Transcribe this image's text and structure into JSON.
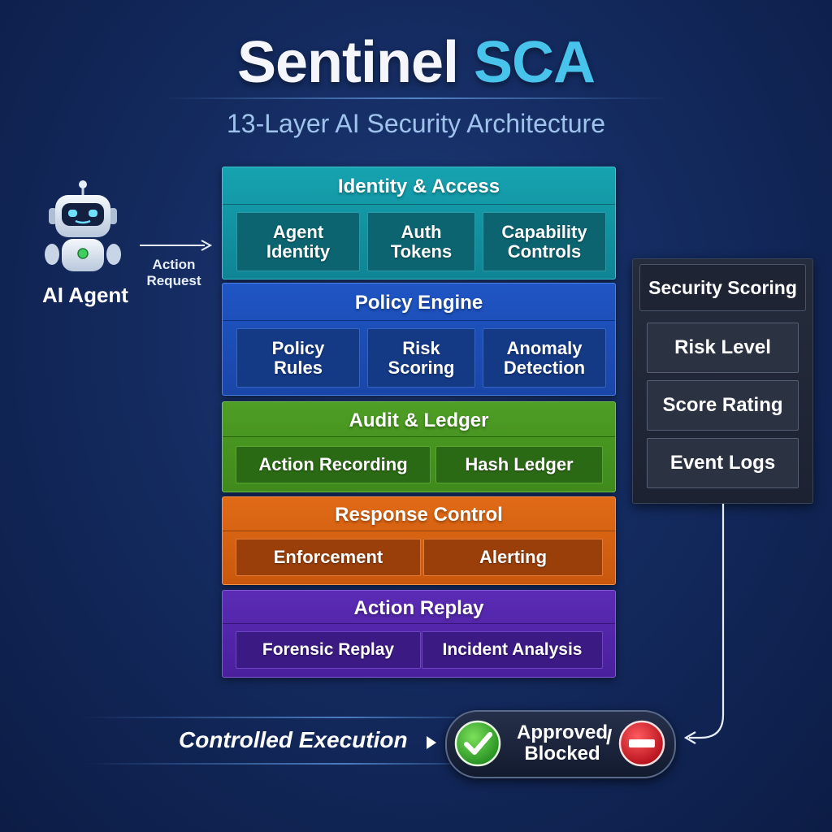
{
  "header": {
    "title_part1": "Sentinel",
    "title_part2": "SCA",
    "subtitle": "13-Layer AI Security Architecture"
  },
  "agent": {
    "label": "AI Agent",
    "arrow_label": "Action\nRequest"
  },
  "layers": [
    {
      "title": "Identity & Access",
      "color": "#16a3b0",
      "cells": [
        "Agent\nIdentity",
        "Auth\nTokens",
        "Capability\nControls"
      ]
    },
    {
      "title": "Policy Engine",
      "color": "#1f55c4",
      "cells": [
        "Policy\nRules",
        "Risk\nScoring",
        "Anomaly\nDetection"
      ]
    },
    {
      "title": "Audit & Ledger",
      "color": "#4e9e25",
      "cells": [
        "Action Recording",
        "Hash Ledger"
      ]
    },
    {
      "title": "Response Control",
      "color": "#e06a16",
      "cells": [
        "Enforcement",
        "Alerting"
      ]
    },
    {
      "title": "Action Replay",
      "color": "#5b2bb5",
      "cells": [
        "Forensic Replay",
        "Incident Analysis"
      ]
    }
  ],
  "scoring": {
    "title": "Security Scoring",
    "items": [
      "Risk Level",
      "Score Rating",
      "Event Logs"
    ]
  },
  "execution": {
    "label": "Controlled Execution",
    "approved": "Approved",
    "separator": "/",
    "blocked": "Blocked",
    "approved_icon": "check-icon",
    "blocked_icon": "no-entry-icon",
    "approved_color": "#2fae2a",
    "blocked_color": "#d8141e"
  }
}
